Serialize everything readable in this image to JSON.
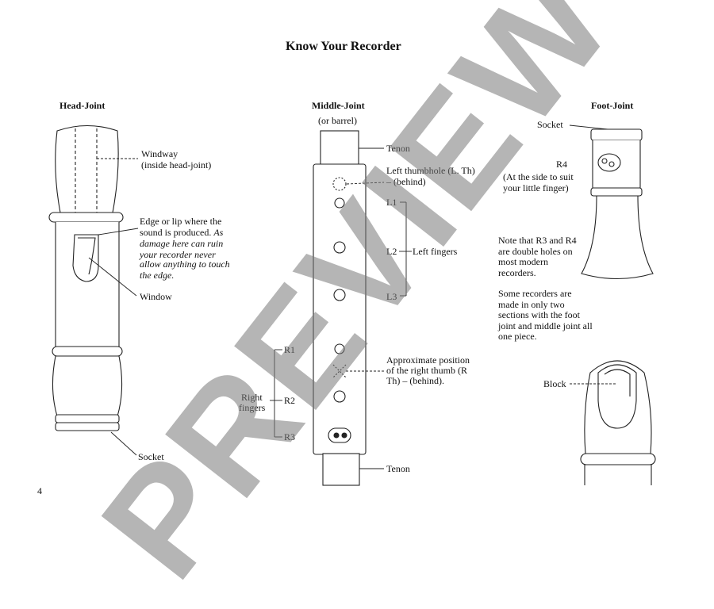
{
  "title": "Know Your Recorder",
  "page_number": "4",
  "watermark": "PREVIEW",
  "head_joint": {
    "heading": "Head-Joint",
    "windway_1": "Windway",
    "windway_2": "(inside head-joint)",
    "edge_1": "Edge or lip where the",
    "edge_2": "sound is produced.",
    "edge_2b": "As",
    "edge_3": "damage here can ruin",
    "edge_4": "your recorder never",
    "edge_5": "allow anything to touch",
    "edge_6": "the edge.",
    "window": "Window",
    "socket": "Socket"
  },
  "middle_joint": {
    "heading": "Middle-Joint",
    "subheading": "(or barrel)",
    "tenon_top": "Tenon",
    "thumb_1": "Left thumbhole (L. Th)",
    "thumb_2": "– (behind)",
    "l1": "L1",
    "l2": "L2",
    "left_fingers": "Left fingers",
    "l3": "L3",
    "r1": "R1",
    "r2": "R2",
    "r3": "R3",
    "right_1": "Right",
    "right_2": "fingers",
    "rthumb_1": "Approximate position",
    "rthumb_2": "of the right thumb (R",
    "rthumb_3": "Th) – (behind).",
    "tenon_bottom": "Tenon"
  },
  "foot_joint": {
    "heading": "Foot-Joint",
    "socket": "Socket",
    "r4": "R4",
    "r4_note_1": "(At the side to suit",
    "r4_note_2": "your little finger)",
    "note1_1": "Note that R3 and R4",
    "note1_2": "are double holes on",
    "note1_3": "most modern",
    "note1_4": "recorders.",
    "note2_1": "Some recorders are",
    "note2_2": "made in only two",
    "note2_3": "sections with the foot",
    "note2_4": "joint and middle joint all",
    "note2_5": "one piece.",
    "block": "Block"
  }
}
